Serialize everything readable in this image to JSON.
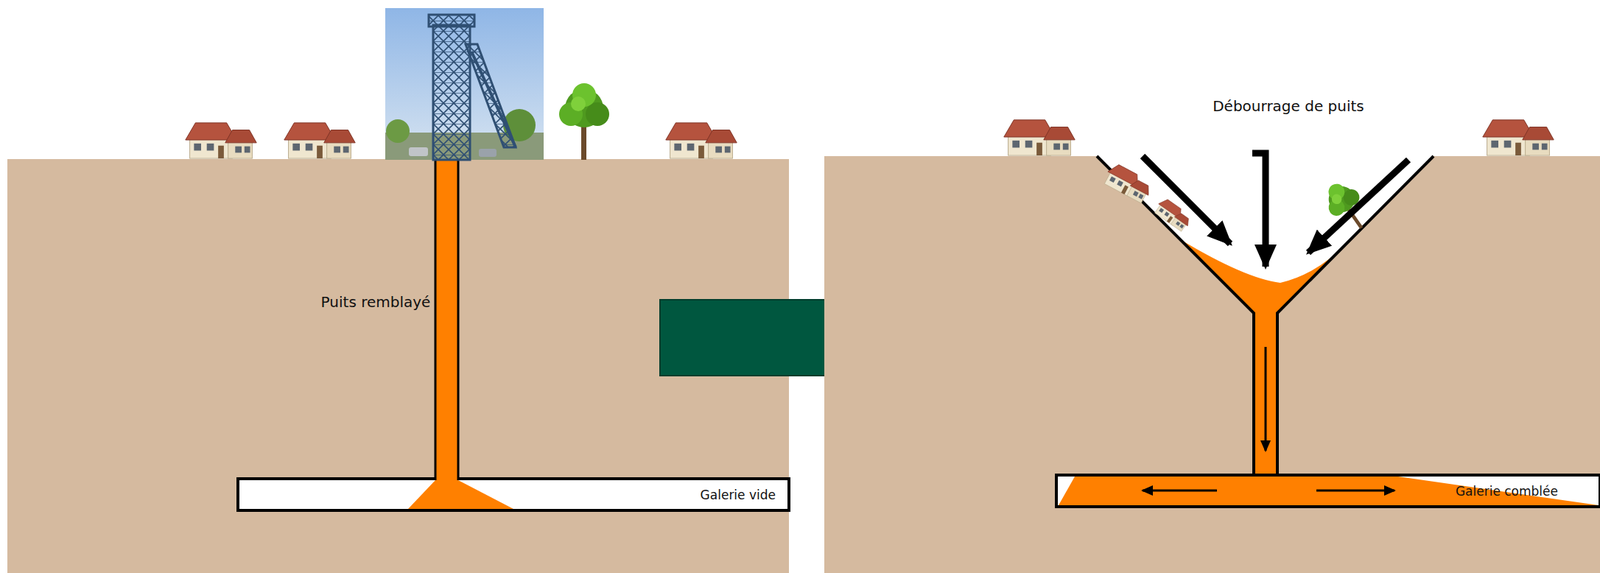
{
  "diagram": {
    "nodes": [
      {
        "text": [
          "Galerie vide"
        ]
      },
      {
        "text": [
          "Galerie comblée"
        ]
      }
    ],
    "labels": [
      "Puits remblayé",
      "Débourrage de puits"
    ]
  }
}
